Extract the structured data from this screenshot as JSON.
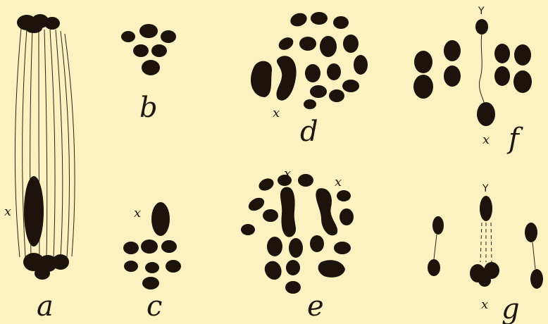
{
  "panels": {
    "a": {
      "label": "a",
      "x_label": "x"
    },
    "b": {
      "label": "b"
    },
    "c": {
      "label": "c",
      "x_label": "x"
    },
    "d": {
      "label": "d",
      "x_label": "x"
    },
    "e": {
      "label": "e",
      "x_label_1": "x",
      "x_label_2": "x"
    },
    "f": {
      "label": "f",
      "y_label": "Y",
      "x_label": "x"
    },
    "g": {
      "label": "g",
      "y_label": "Y",
      "x_label": "x"
    }
  },
  "colors": {
    "background": "#fbf1c1",
    "ink": "#1b130c"
  }
}
